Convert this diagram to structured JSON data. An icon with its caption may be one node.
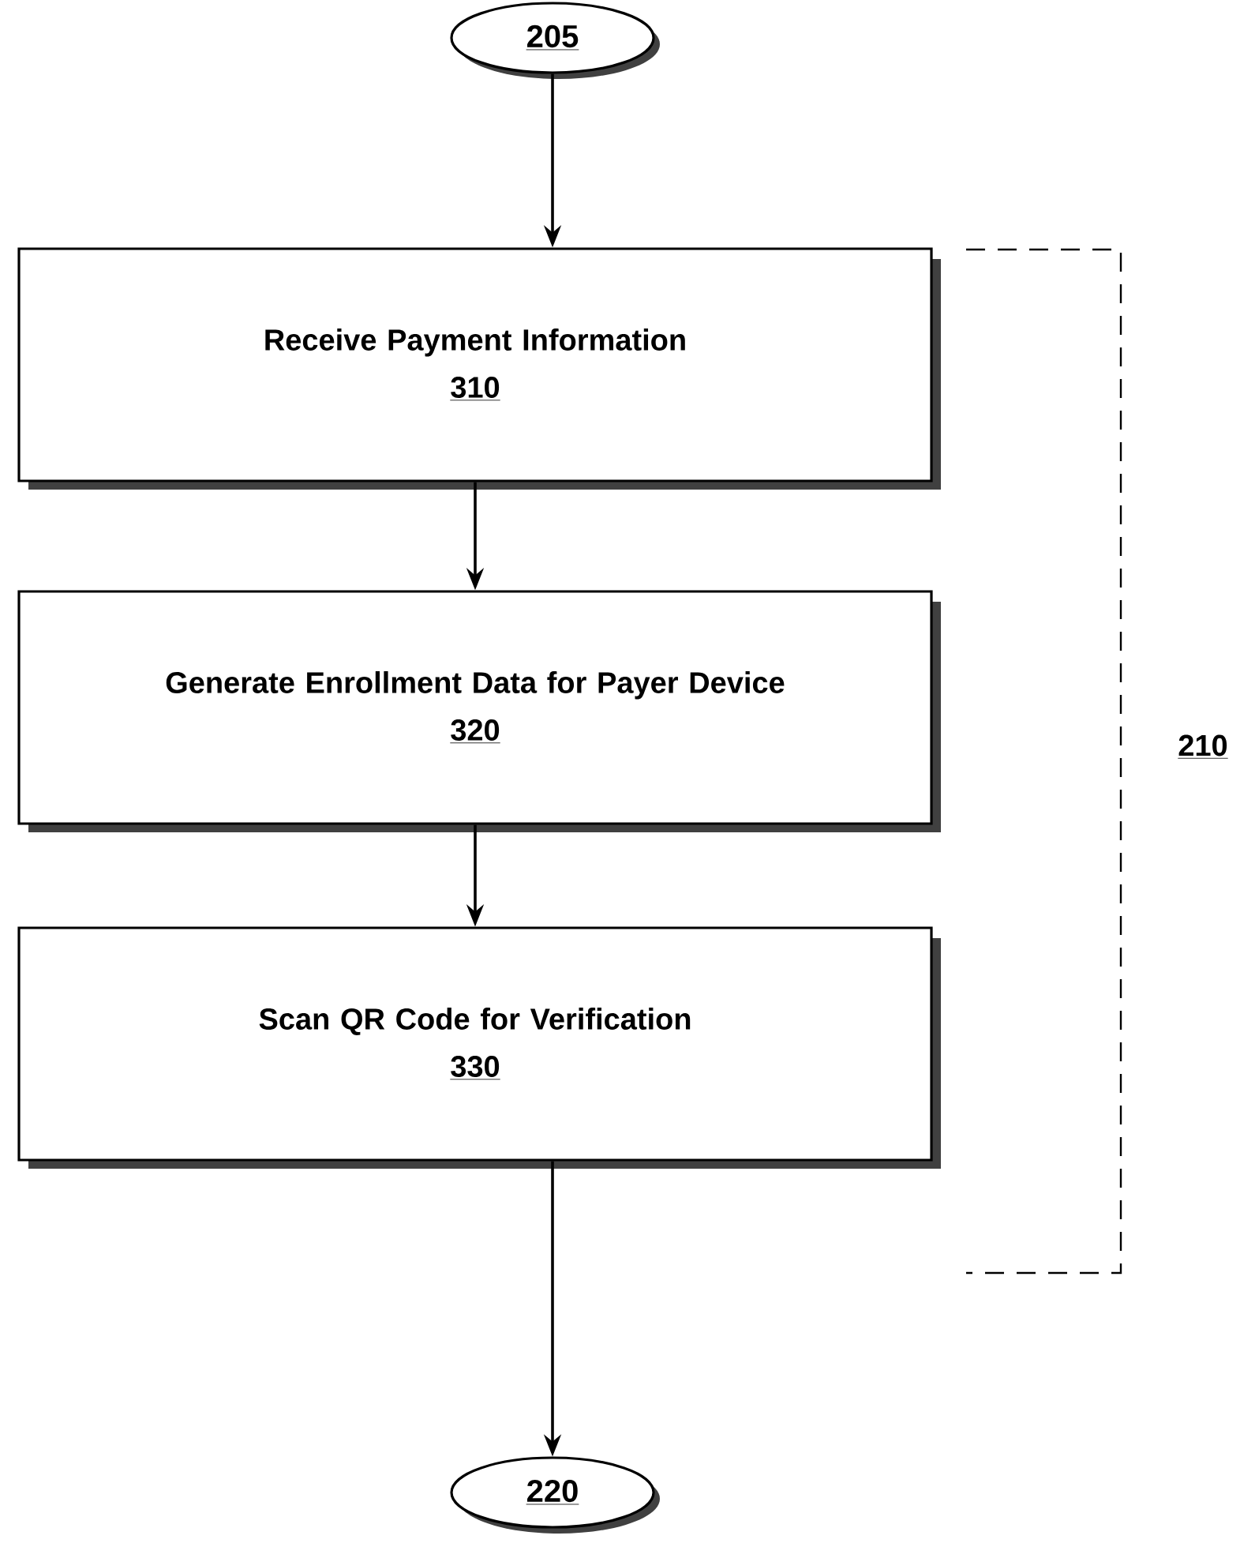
{
  "diagram": {
    "nodes": [
      {
        "text": [
          "205"
        ]
      },
      {
        "text": [
          "Receive Payment Information",
          "310"
        ]
      },
      {
        "text": [
          "Generate Enrollment Data for Payer Device",
          "320"
        ]
      },
      {
        "text": [
          "Scan QR Code for Verification",
          "330"
        ]
      },
      {
        "text": [
          "220"
        ]
      }
    ],
    "edges": [
      {
        "from": 0,
        "to": 1,
        "arrow": "to"
      },
      {
        "from": 1,
        "to": 2,
        "arrow": "to"
      },
      {
        "from": 2,
        "to": 3,
        "arrow": "to"
      },
      {
        "from": 3,
        "to": 4,
        "arrow": "to"
      }
    ],
    "labels": [
      "210"
    ]
  }
}
